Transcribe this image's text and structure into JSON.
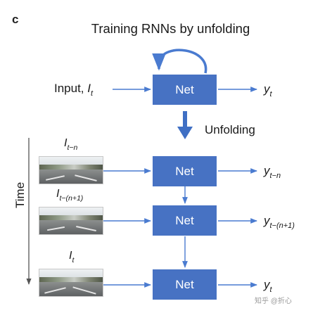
{
  "panel_letter": "c",
  "title": "Training RNNs by unfolding",
  "top": {
    "input_label": "Input, ",
    "input_var": "I",
    "input_sub": "t",
    "net_label": "Net",
    "output_var": "y",
    "output_sub": "t"
  },
  "unfolding_label": "Unfolding",
  "time_label": "Time",
  "steps": [
    {
      "frame_var": "I",
      "frame_sub": "t−n",
      "net_label": "Net",
      "output_var": "y",
      "output_sub": "t−n"
    },
    {
      "frame_var": "I",
      "frame_sub": "t−(n+1)",
      "net_label": "Net",
      "output_var": "y",
      "output_sub": "t−(n+1)"
    },
    {
      "frame_var": "I",
      "frame_sub": "t",
      "net_label": "Net",
      "output_var": "y",
      "output_sub": "t"
    }
  ],
  "watermark": "知乎 @折心",
  "colors": {
    "net_fill": "#4772c3",
    "arrow_blue": "#4a7bd0",
    "unfold_arrow": "#3f6fc4",
    "time_axis": "#555555"
  }
}
